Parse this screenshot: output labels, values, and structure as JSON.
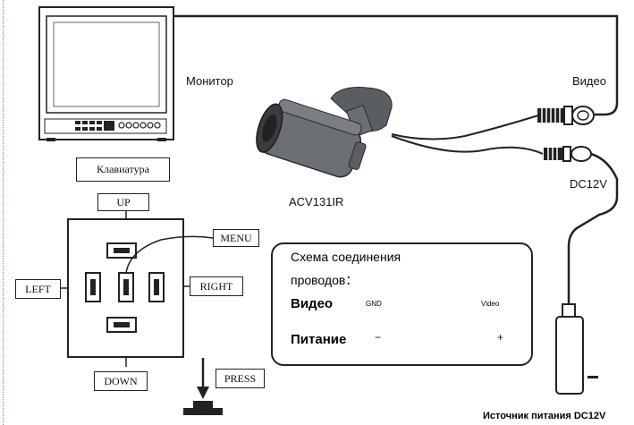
{
  "labels": {
    "monitor": "Монитор",
    "video": "Видео",
    "dc12v": "DC12V",
    "camera_model": "ACV131IR",
    "keyboard": "Клавиатура",
    "up": "UP",
    "down": "DOWN",
    "left": "LEFT",
    "right": "RIGHT",
    "menu": "MENU",
    "press": "PRESS",
    "power_source": "Источник питания DC12V"
  },
  "scheme": {
    "title_line1": "Схема соединения",
    "title_line2": "проводов：",
    "video_label": "Видео",
    "power_label": "Питание",
    "gnd": "GND",
    "video_small": "Video",
    "minus": "−",
    "plus": "+"
  }
}
